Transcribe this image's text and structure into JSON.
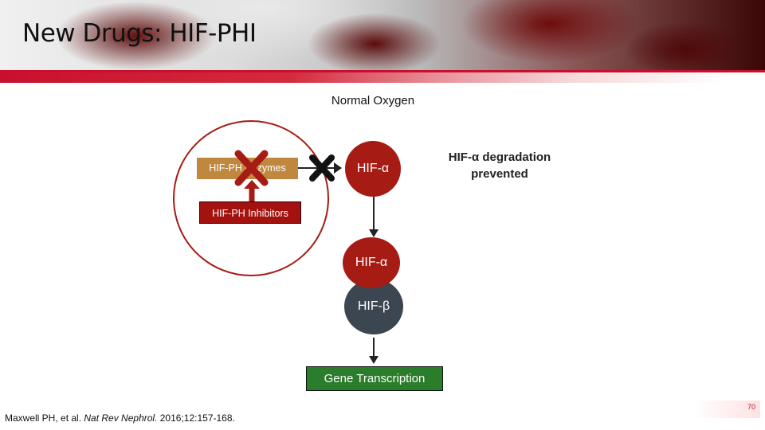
{
  "header": {
    "title": "New Drugs: HIF-PHI"
  },
  "diagram": {
    "normal_oxygen_label": "Normal Oxygen",
    "enzymes_label": "HIF-PH Enzymes",
    "inhibitors_label": "HIF-PH Inhibitors",
    "hif_alpha_top_label": "HIF-α",
    "degradation_label": "HIF-α degradation prevented",
    "hif_alpha_bottom_label": "HIF-α",
    "hif_beta_label": "HIF-β",
    "gene_transcription_label": "Gene Transcription"
  },
  "footer": {
    "citation_authors": "Maxwell PH, et al. ",
    "citation_journal": "Nat Rev Nephrol.",
    "citation_details": " 2016;12:157-168.",
    "page_number": "70"
  },
  "colors": {
    "accent_red": "#c8102e",
    "enzyme_box": "#c0883f",
    "inhibitor_box": "#a4120f",
    "hif_alpha": "#a61b14",
    "hif_beta": "#3c4650",
    "gene_box": "#2a7d2a"
  }
}
